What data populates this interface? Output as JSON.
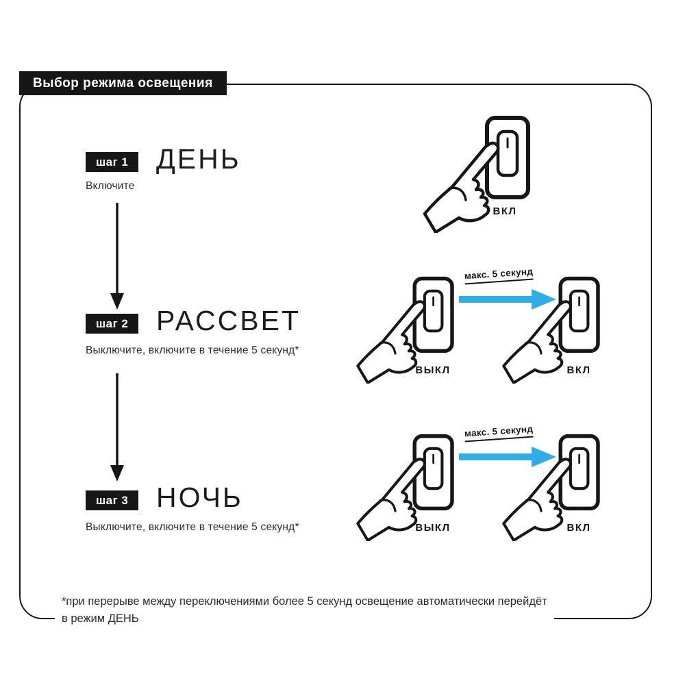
{
  "title": "Выбор режима освещения",
  "steps": [
    {
      "badge": "шаг 1",
      "name": "ДЕНЬ",
      "instruction": "Включите",
      "illustration": {
        "switches": [
          {
            "label": "ВКЛ"
          }
        ]
      }
    },
    {
      "badge": "шаг 2",
      "name": "РАССВЕТ",
      "instruction": "Выключите, включите в течение 5 секунд*",
      "illustration": {
        "switches": [
          {
            "label": "ВЫКЛ"
          },
          {
            "label": "ВКЛ"
          }
        ],
        "arrow_label": "макс. 5 секунд"
      }
    },
    {
      "badge": "шаг 3",
      "name": "НОЧЬ",
      "instruction": "Выключите, включите в течение 5 секунд*",
      "illustration": {
        "switches": [
          {
            "label": "ВЫКЛ"
          },
          {
            "label": "ВКЛ"
          }
        ],
        "arrow_label": "макс. 5 секунд"
      }
    }
  ],
  "footnote": {
    "line1": "*при перерыве между переключениями более 5 секунд освещение автоматически перейдёт",
    "line2": "в режим ДЕНЬ"
  },
  "colors": {
    "ink": "#161616",
    "accent_arrow": "#2fade8",
    "badge_bg": "#161616",
    "badge_text": "#ffffff",
    "background": "#ffffff"
  }
}
